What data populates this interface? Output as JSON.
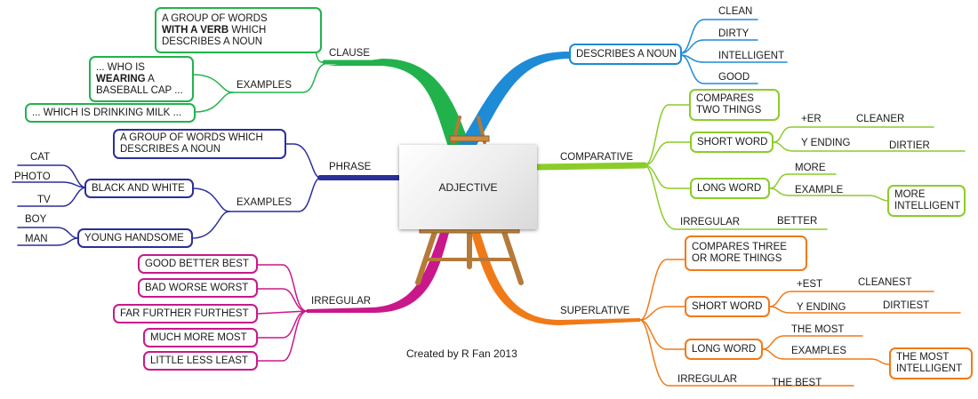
{
  "center": {
    "title": "ADJECTIVE"
  },
  "credit": "Created by R Fan 2013",
  "colors": {
    "clause": "#22b24c",
    "phrase": "#2a2f9a",
    "irregular": "#c9188a",
    "describes": "#1e8bd6",
    "comparative": "#8bcc2a",
    "superlative": "#f07a18"
  },
  "clause": {
    "label": "CLAUSE",
    "definition": {
      "line1": "A GROUP OF WORDS",
      "line2_bold": "WITH A VERB",
      "line2_rest": " WHICH",
      "line3": "DESCRIBES A NOUN"
    },
    "examples_label": "EXAMPLES",
    "example1": {
      "line1": "... WHO IS",
      "line2_bold": "WEARING",
      "line2_rest": " A",
      "line3": "BASEBALL CAP ..."
    },
    "example2": "... WHICH IS DRINKING MILK ..."
  },
  "phrase": {
    "label": "PHRASE",
    "definition": {
      "line1": "A GROUP OF WORDS WHICH",
      "line2": "DESCRIBES A NOUN"
    },
    "examples_label": "EXAMPLES",
    "black_white": {
      "label": "BLACK AND WHITE",
      "items": [
        "CAT",
        "PHOTO",
        "TV"
      ]
    },
    "young_handsome": {
      "label": "YOUNG HANDSOME",
      "items": [
        "BOY",
        "MAN"
      ]
    }
  },
  "irregular": {
    "label": "IRREGULAR",
    "items": [
      "GOOD BETTER BEST",
      "BAD WORSE WORST",
      "FAR FURTHER FURTHEST",
      "MUCH MORE MOST",
      "LITTLE LESS LEAST"
    ]
  },
  "describes": {
    "label": "DESCRIBES A NOUN",
    "items": [
      "CLEAN",
      "DIRTY",
      "INTELLIGENT",
      "GOOD"
    ]
  },
  "comparative": {
    "label": "COMPARATIVE",
    "compares": {
      "line1": "COMPARES",
      "line2": "TWO THINGS"
    },
    "short_word": "SHORT WORD",
    "er": "+ER",
    "cleaner": "CLEANER",
    "y_ending": "Y ENDING",
    "dirtier": "DIRTIER",
    "long_word": "LONG WORD",
    "more": "MORE",
    "example": "EXAMPLE",
    "more_intelligent": {
      "line1": "MORE",
      "line2": "INTELLIGENT"
    },
    "irregular": "IRREGULAR",
    "better": "BETTER"
  },
  "superlative": {
    "label": "SUPERLATIVE",
    "compares": {
      "line1": "COMPARES THREE",
      "line2": "OR MORE THINGS"
    },
    "short_word": "SHORT WORD",
    "est": "+EST",
    "cleanest": "CLEANEST",
    "y_ending": "Y ENDING",
    "dirtiest": "DIRTIEST",
    "long_word": "LONG WORD",
    "the_most": "THE MOST",
    "examples": "EXAMPLES",
    "most_intelligent": {
      "line1": "THE MOST",
      "line2": "INTELLIGENT"
    },
    "irregular": "IRREGULAR",
    "the_best": "THE BEST"
  }
}
